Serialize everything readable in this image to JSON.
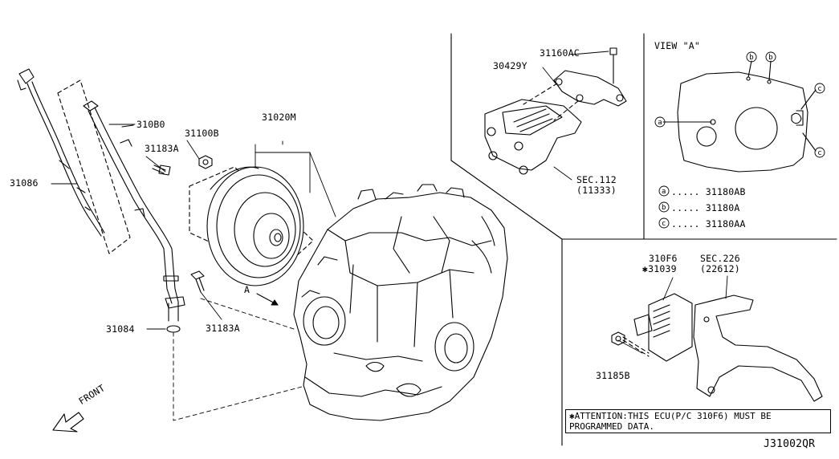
{
  "parts": {
    "p31086": "31086",
    "p310B0": "310B0",
    "p31183A_top": "31183A",
    "p31100B": "31100B",
    "p31020M": "31020M",
    "p31084": "31084",
    "p31183A_bottom": "31183A",
    "p31160AC": "31160AC",
    "p30429Y": "30429Y",
    "sec112": "SEC.112",
    "sec112_ref": "(11333)",
    "p310F6": "310F6",
    "p31039": "✱31039",
    "sec226": "SEC.226",
    "sec226_ref": "(22612)",
    "p31185B": "31185B"
  },
  "view_a": {
    "title": "VIEW \"A\"",
    "legend": [
      {
        "mark": "a",
        "text": "..... 31180AB"
      },
      {
        "mark": "b",
        "text": "..... 31180A"
      },
      {
        "mark": "c",
        "text": "..... 31180AA"
      }
    ]
  },
  "arrow_a_label": "A",
  "front_label": "FRONT",
  "attention_line1": "✱ATTENTION:THIS ECU(P/C 310F6) MUST BE",
  "attention_line2": "PROGRAMMED DATA.",
  "diagram_code": "J31002QR"
}
